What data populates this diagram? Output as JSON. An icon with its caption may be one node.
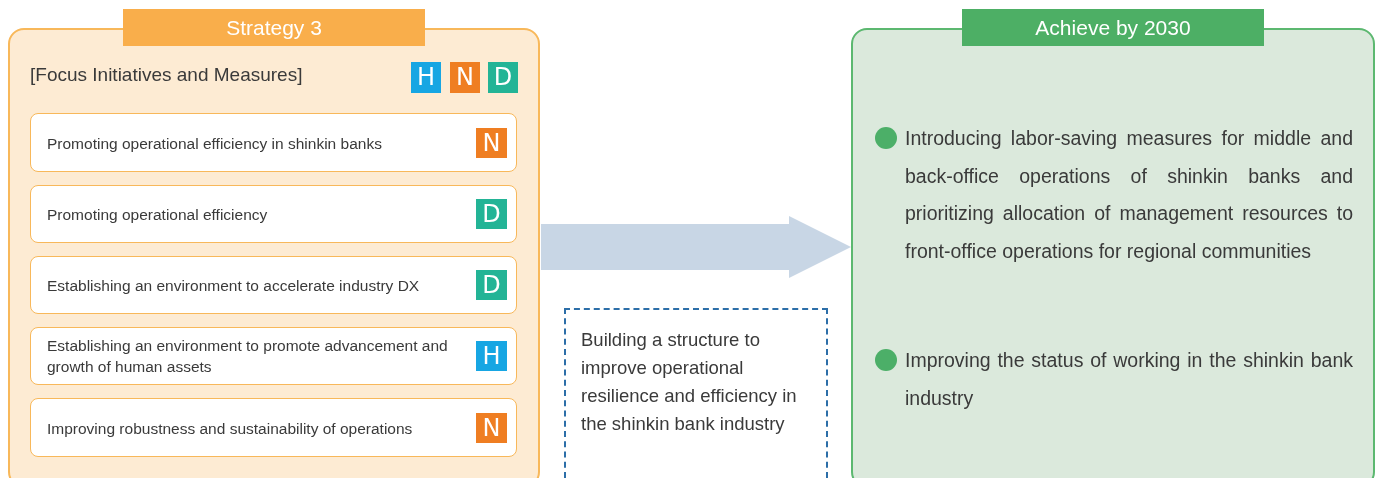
{
  "diagram": {
    "nodes": [
      {
        "text": [
          "Strategy 3",
          "[Focus Initiatives and Measures]"
        ]
      },
      {
        "text": [
          "H"
        ],
        "in": 0
      },
      {
        "text": [
          "N"
        ],
        "in": 0
      },
      {
        "text": [
          "D"
        ],
        "in": 0
      },
      {
        "text": [
          "Promoting operational efficiency in shinkin banks"
        ],
        "in": 0
      },
      {
        "text": [
          "N"
        ],
        "in": 4
      },
      {
        "text": [
          "Promoting operational efficiency"
        ],
        "in": 0
      },
      {
        "text": [
          "D"
        ],
        "in": 6
      },
      {
        "text": [
          "Establishing an environment to accelerate industry DX"
        ],
        "in": 0
      },
      {
        "text": [
          "D"
        ],
        "in": 8
      },
      {
        "text": [
          "Establishing an environment to promote advancement and growth of human assets"
        ],
        "in": 0
      },
      {
        "text": [
          "H"
        ],
        "in": 10
      },
      {
        "text": [
          "Improving robustness and sustainability of operations"
        ],
        "in": 0
      },
      {
        "text": [
          "N"
        ],
        "in": 12
      },
      {
        "text": [
          "Building a structure to improve operational resilience and efficiency in the shinkin bank industry"
        ]
      },
      {
        "text": [
          "Achieve by 2030",
          "Introducing labor-saving measures for middle and back-office operations of shinkin banks and prioritizing allocation of management resources to front-office operations for regional communities",
          "Improving the status of working in the shinkin bank industry"
        ]
      }
    ],
    "edges": [
      {
        "from": 0,
        "to": 15,
        "arrow": "to",
        "color": "#c8d6e5"
      }
    ]
  }
}
